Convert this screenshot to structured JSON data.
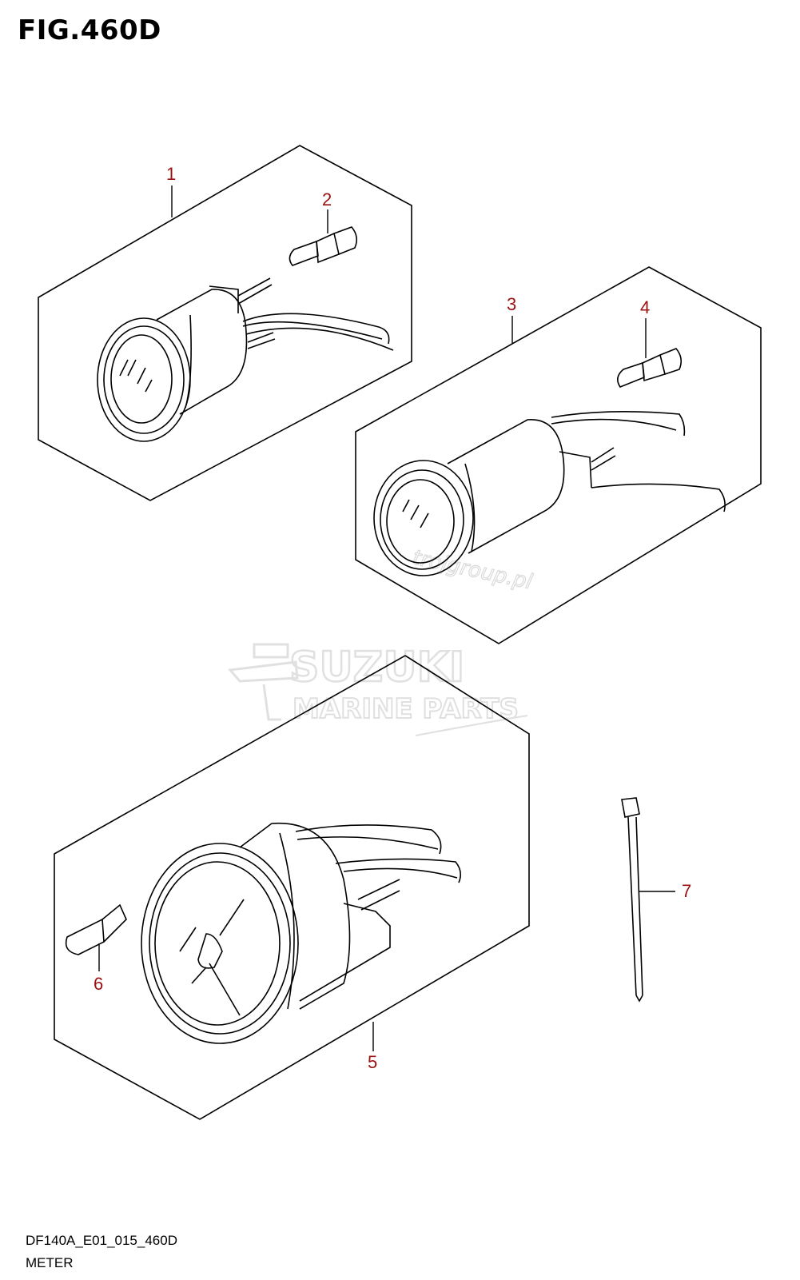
{
  "figure": {
    "title": "FIG.460D"
  },
  "callouts": [
    "1",
    "2",
    "3",
    "4",
    "5",
    "6",
    "7"
  ],
  "watermark": {
    "brand": "SUZUKI",
    "subtitle": "MARINE PARTS",
    "site": "trojgroup.pl"
  },
  "footer": {
    "code": "DF140A_E01_015_460D",
    "name": "METER"
  },
  "colors": {
    "line": "#000000",
    "callout": "#9b1111",
    "watermark": "#c8c8c8"
  }
}
